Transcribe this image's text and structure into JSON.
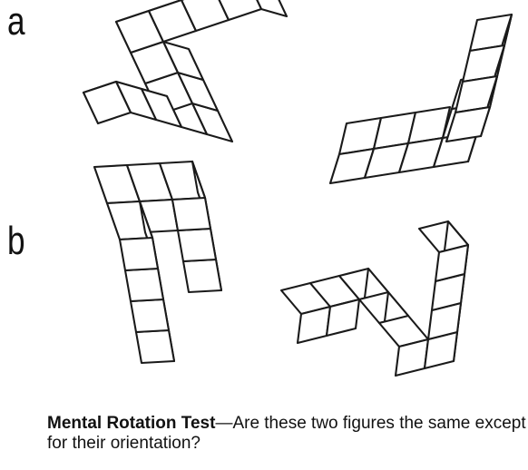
{
  "panels": [
    {
      "label": "a"
    },
    {
      "label": "b"
    }
  ],
  "caption": {
    "lead": "Mental Rotation Test",
    "dash": "—",
    "text": "Are these two figures the same except for their orientation?"
  }
}
